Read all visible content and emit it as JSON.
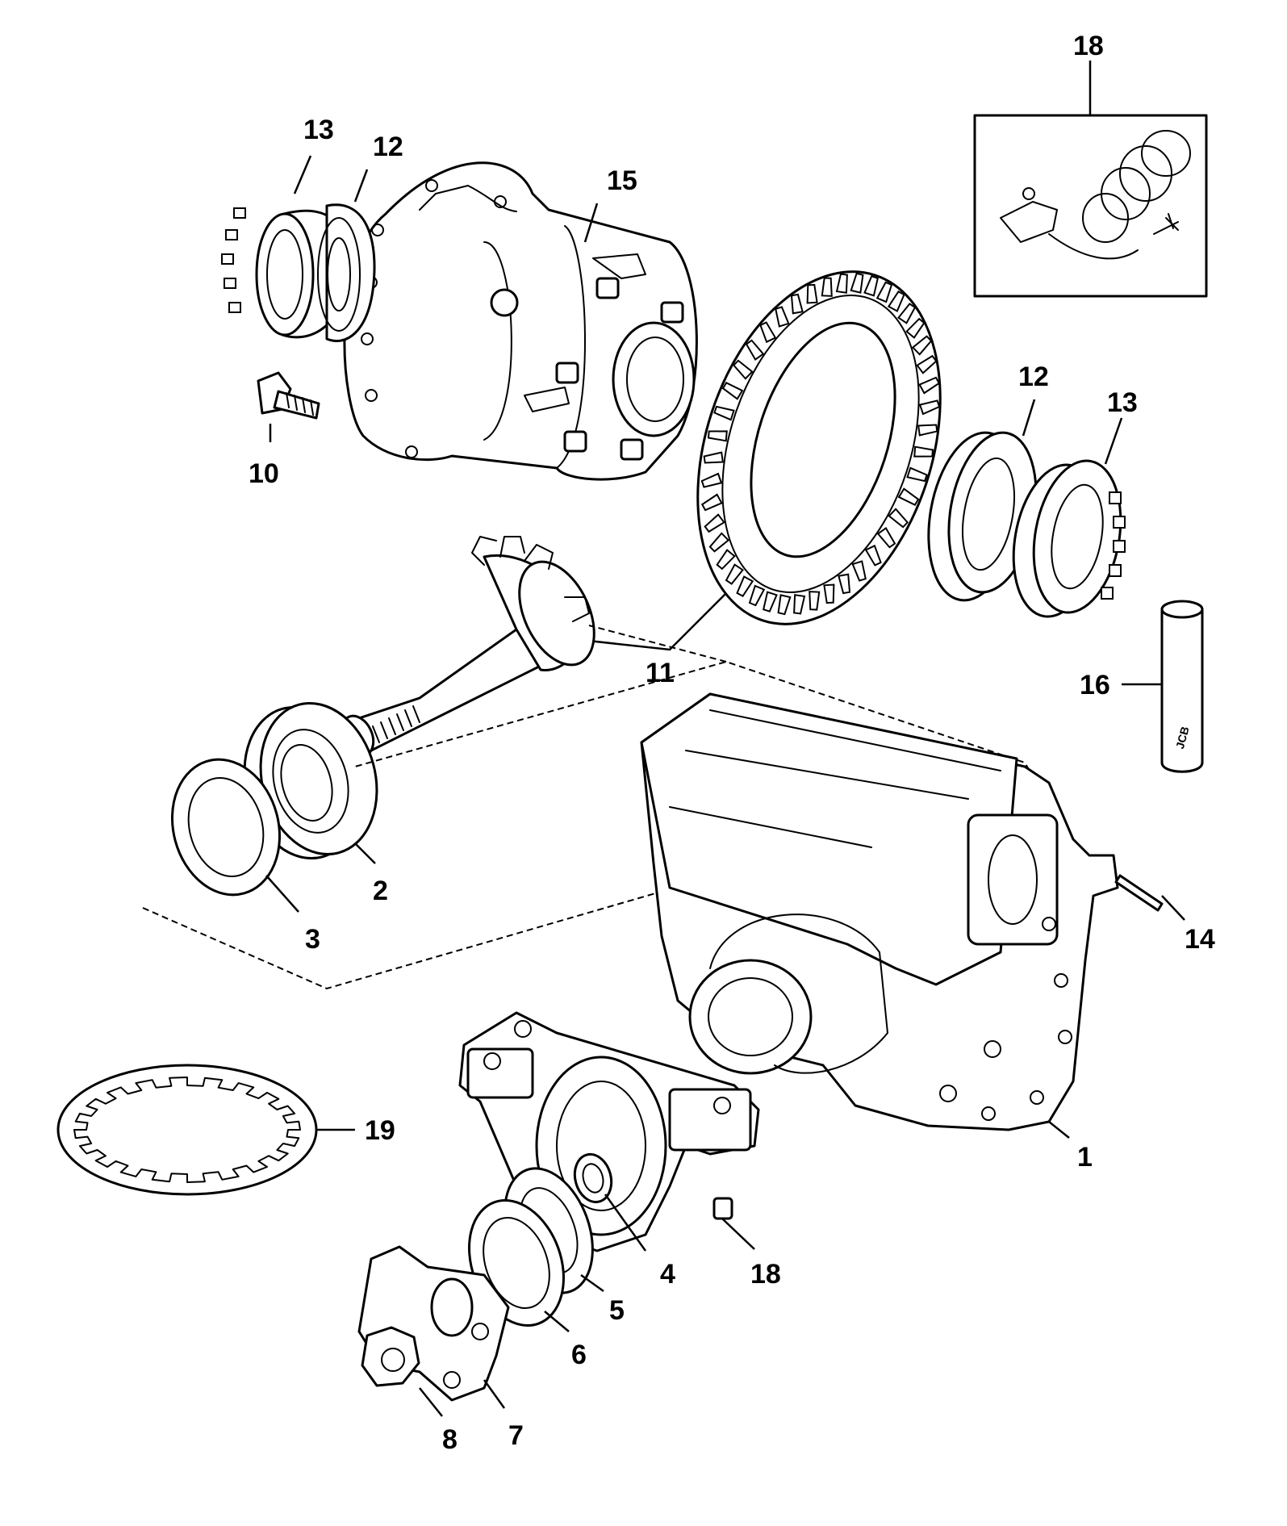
{
  "callouts": {
    "c1": "1",
    "c2": "2",
    "c3": "3",
    "c4": "4",
    "c5": "5",
    "c6": "6",
    "c7": "7",
    "c8": "8",
    "c10": "10",
    "c11": "11",
    "c12_left": "12",
    "c12_right": "12",
    "c13_left": "13",
    "c13_right": "13",
    "c14": "14",
    "c15": "15",
    "c16": "16",
    "c18_inset": "18",
    "c18_bottom": "18",
    "c19": "19"
  },
  "stamp": {
    "dowel_logo": "JCB"
  }
}
